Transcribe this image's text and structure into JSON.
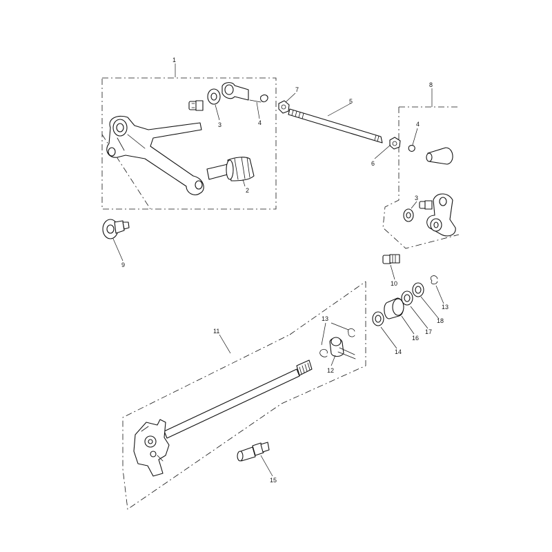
{
  "callouts": {
    "c1": "1",
    "c2": "2",
    "c3a": "3",
    "c3b": "3",
    "c4a": "4",
    "c4b": "4",
    "c5": "5",
    "c6": "6",
    "c7": "7",
    "c8": "8",
    "c9": "9",
    "c10": "10",
    "c11": "11",
    "c12": "12",
    "c13a": "13",
    "c13b": "13",
    "c14": "14",
    "c15": "15",
    "c16": "16",
    "c17": "17",
    "c18": "18"
  }
}
